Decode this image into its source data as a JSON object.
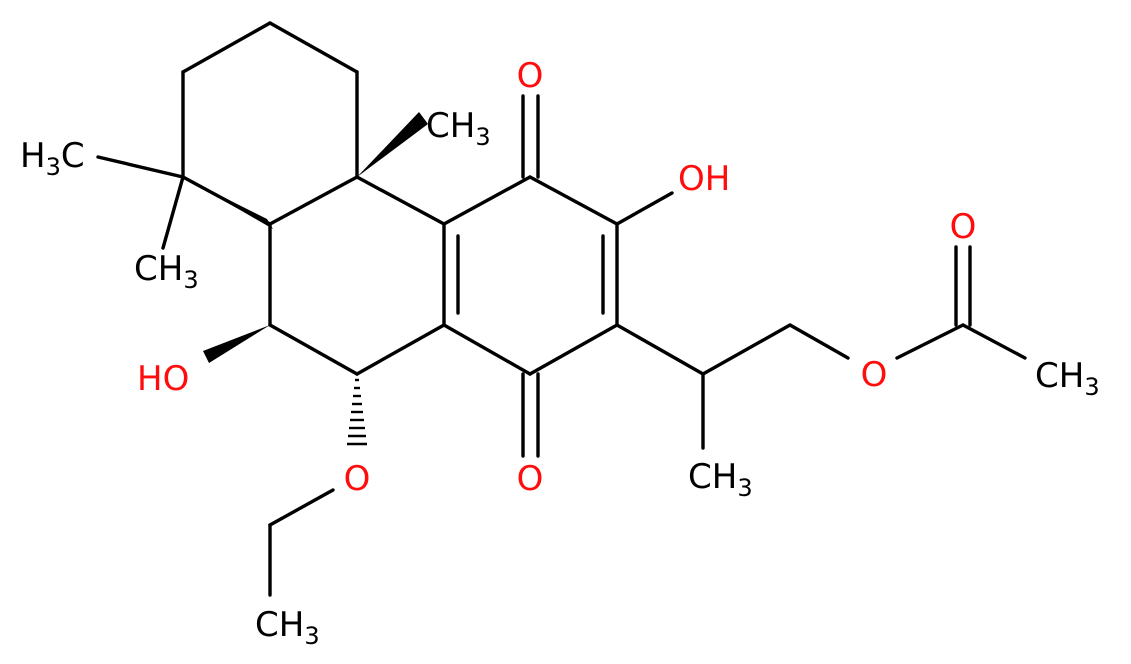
{
  "colors": {
    "bond": "#000000",
    "carbon_label": "#000000",
    "oxygen_label": "#ff0d0d",
    "background": "#ffffff"
  },
  "labels": {
    "ch3_top": {
      "main": "CH",
      "sub": "3"
    },
    "h3c_left": {
      "main": "H",
      "sub": "3",
      "tail": "C"
    },
    "ch3_gem": {
      "main": "CH",
      "sub": "3"
    },
    "o_quinone_top": "O",
    "o_quinone_bottom": "O",
    "oh_ring": "OH",
    "ho_ring": "HO",
    "o_ether": "O",
    "ch3_ethyl": {
      "main": "CH",
      "sub": "3"
    },
    "ch3_branch": {
      "main": "CH",
      "sub": "3"
    },
    "o_ester": "O",
    "o_carbonyl": "O",
    "ch3_acetyl": {
      "main": "CH",
      "sub": "3"
    }
  }
}
